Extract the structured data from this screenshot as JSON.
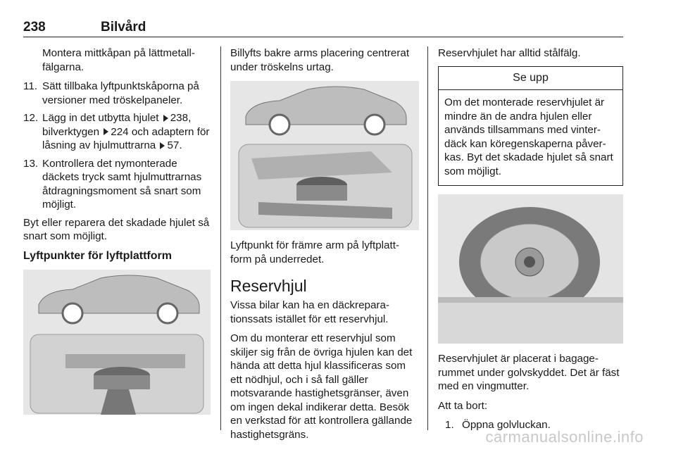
{
  "header": {
    "page_number": "238",
    "section": "Bilvård"
  },
  "col1": {
    "cont_text": "Montera mittkåpan på lättmetall-fälgarna.",
    "items": [
      {
        "num": "11.",
        "text": "Sätt tillbaka lyftpunktskåporna på versioner med tröskelpaneler."
      },
      {
        "num": "12.",
        "pre": "Lägg in det utbytta hjulet",
        "ref1": "238,",
        "mid": "bilverktygen",
        "ref2": "224 och adaptern för låsning av hjulmuttrarna",
        "ref3": "57."
      },
      {
        "num": "13.",
        "text": "Kontrollera det nymonterade däckets tryck samt hjulmuttrarnas åtdragningsmoment så snart som möjligt."
      }
    ],
    "para1": "Byt eller reparera det skadade hjulet så snart som möjligt.",
    "heading": "Lyftpunkter för lyftplattform"
  },
  "col2": {
    "intro": "Billyfts bakre arms placering centrerat under tröskelns urtag.",
    "caption": "Lyftpunkt för främre arm på lyftplatt-form på underredet.",
    "heading": "Reservhjul",
    "p1": "Vissa bilar kan ha en däckrepara-tionssats istället för ett reservhjul.",
    "p2": "Om du monterar ett reservhjul som skiljer sig från de övriga hjulen kan det hända att detta hjul klassificeras som ett nödhjul, och i så fall gäller motsvarande hastighetsgränser, även om ingen dekal indikerar detta. Besök en verkstad för att kontrollera gällande hastighetsgräns."
  },
  "col3": {
    "intro": "Reservhjulet har alltid stålfälg.",
    "caution_title": "Se upp",
    "caution_text": "Om det monterade reservhjulet är mindre än de andra hjulen eller används tillsammans med vinter-däck kan köregenskaperna påver-kas. Byt det skadade hjulet så snart som möjligt.",
    "p1": "Reservhjulet är placerat i bagage-rummet under golvskyddet. Det är fäst med en vingmutter.",
    "p2": "Att ta bort:",
    "step_num": "1.",
    "step_text": "Öppna golvluckan."
  },
  "watermark": "carmanualsonline.info"
}
